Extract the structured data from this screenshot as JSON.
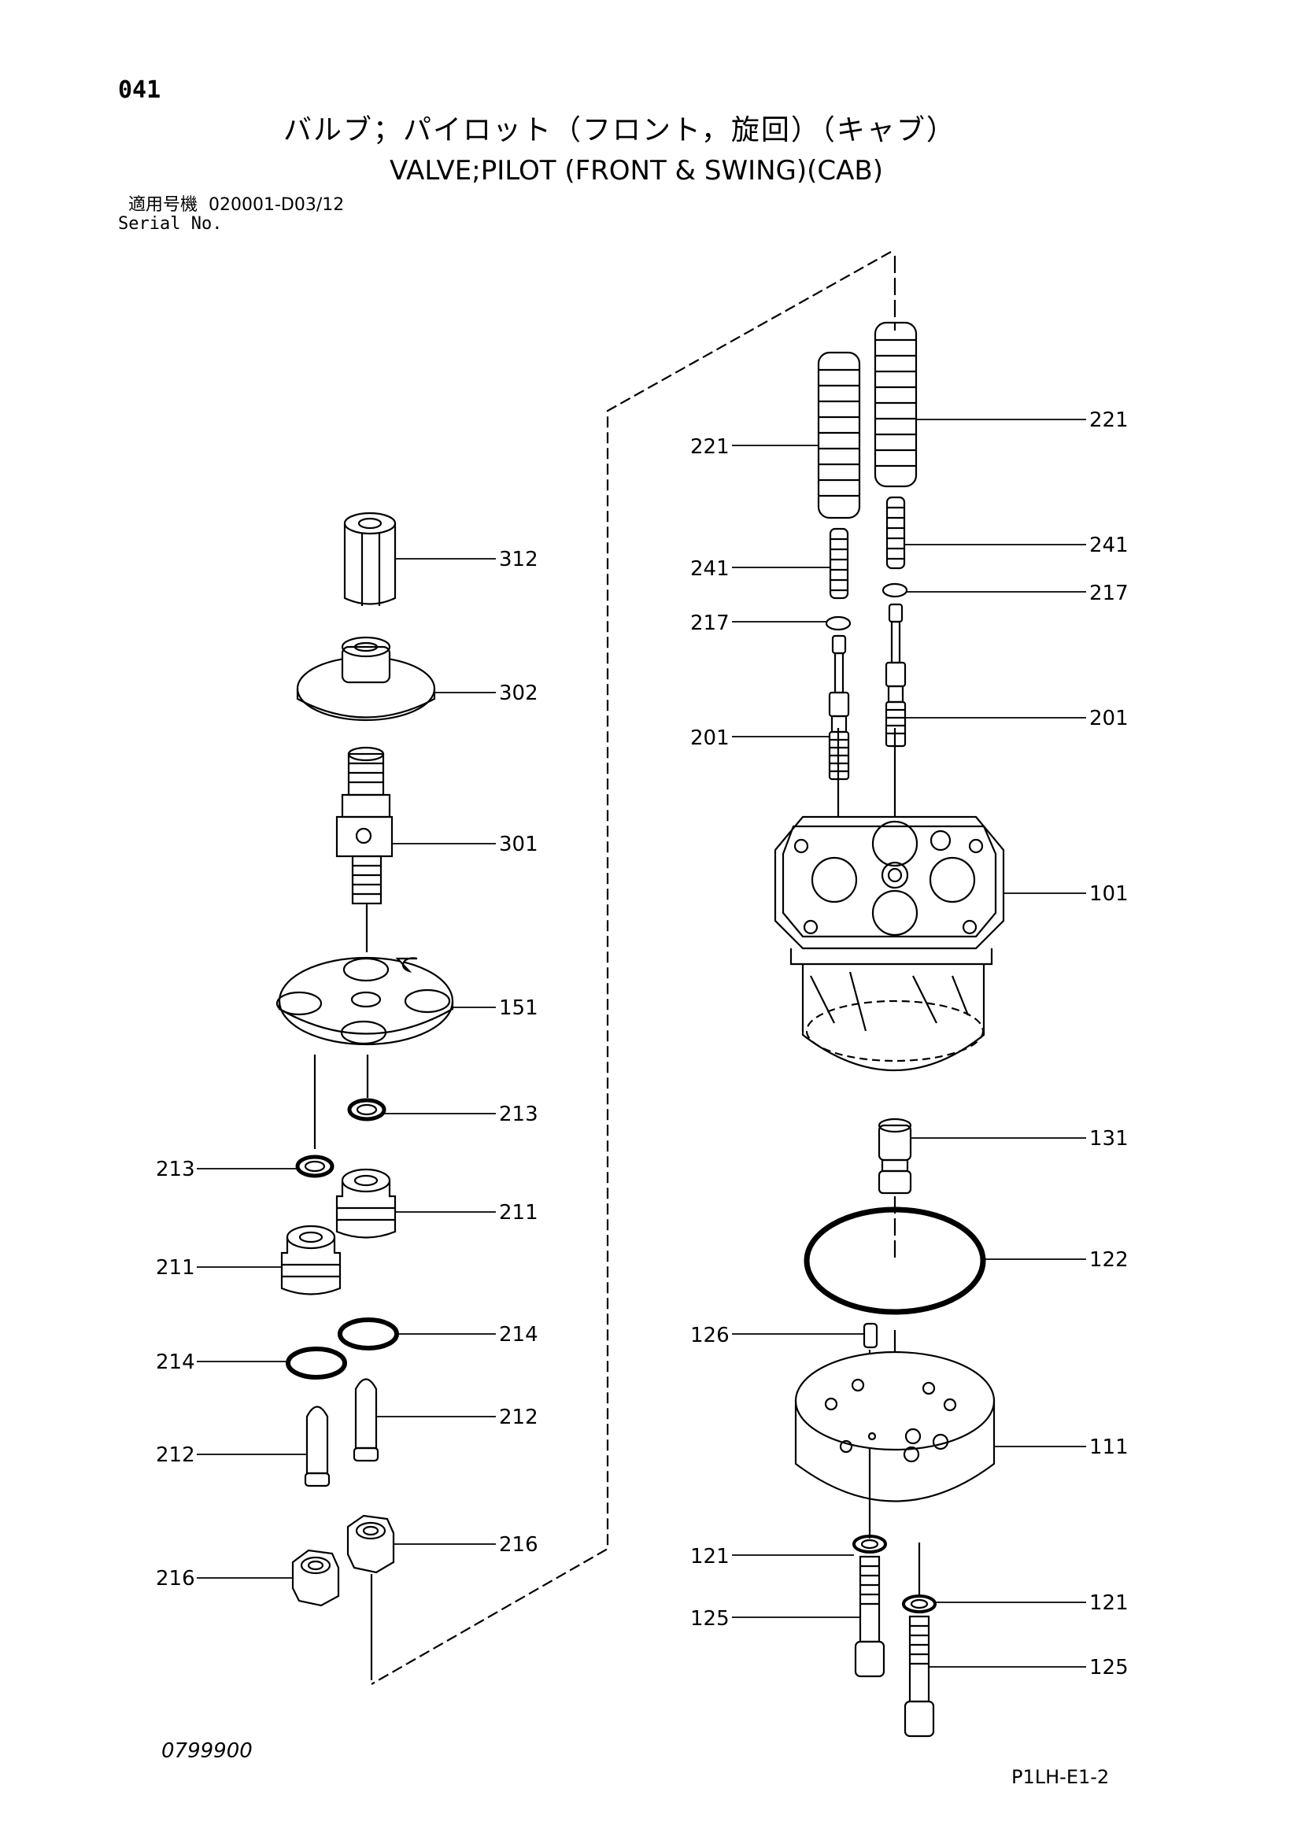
{
  "header": {
    "page_number": "041",
    "title_jp": "バルブ；パイロット（フロント，旋回）（キャブ）",
    "title_en": "VALVE;PILOT (FRONT & SWING)(CAB)",
    "serial_label_jp": "適用号機",
    "serial_value": "020001-D03/12",
    "serial_label_en": "Serial No."
  },
  "callouts": {
    "c221_left": "221",
    "c221_right": "221",
    "c241_left": "241",
    "c241_right": "241",
    "c217_left": "217",
    "c217_right": "217",
    "c201_left": "201",
    "c201_right": "201",
    "c101": "101",
    "c131": "131",
    "c122": "122",
    "c126": "126",
    "c111": "111",
    "c121_left": "121",
    "c121_right": "121",
    "c125_left": "125",
    "c125_right": "125",
    "c312": "312",
    "c302": "302",
    "c301": "301",
    "c151": "151",
    "c213_right": "213",
    "c213_left": "213",
    "c211_right": "211",
    "c211_left": "211",
    "c214_right": "214",
    "c214_left": "214",
    "c212_right": "212",
    "c212_left": "212",
    "c216_right": "216",
    "c216_left": "216"
  },
  "footer": {
    "left_code": "0799900",
    "right_code": "P1LH-E1-2"
  }
}
